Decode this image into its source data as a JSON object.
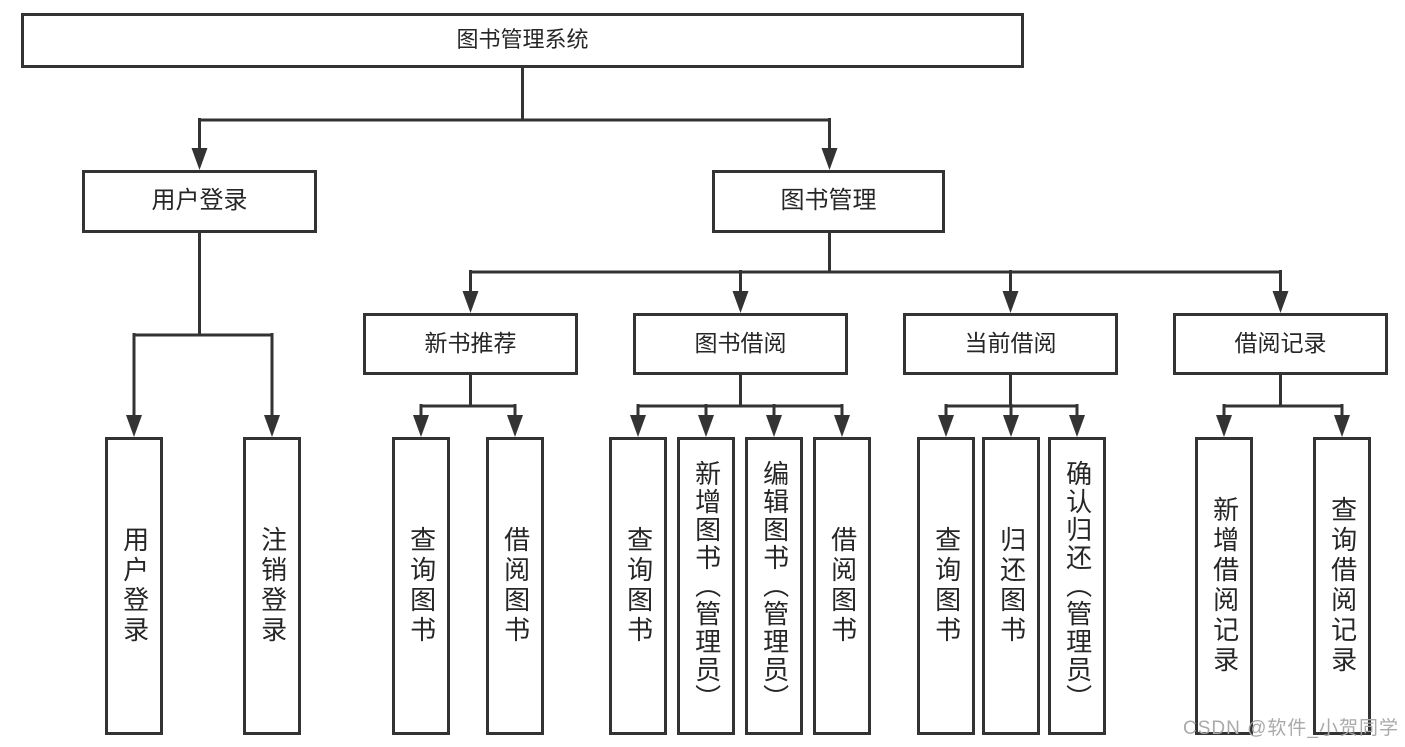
{
  "diagram": {
    "tree": {
      "label": "图书管理系统",
      "children": [
        {
          "label": "用户登录",
          "children": [
            {
              "label": "用户登录"
            },
            {
              "label": "注销登录"
            }
          ]
        },
        {
          "label": "图书管理",
          "children": [
            {
              "label": "新书推荐",
              "children": [
                {
                  "label": "查询图书"
                },
                {
                  "label": "借阅图书"
                }
              ]
            },
            {
              "label": "图书借阅",
              "children": [
                {
                  "label": "查询图书"
                },
                {
                  "label": "新增图书（管理员）"
                },
                {
                  "label": "编辑图书（管理员）"
                },
                {
                  "label": "借阅图书"
                }
              ]
            },
            {
              "label": "当前借阅",
              "children": [
                {
                  "label": "查询图书"
                },
                {
                  "label": "归还图书"
                },
                {
                  "label": "确认归还（管理员）"
                }
              ]
            },
            {
              "label": "借阅记录",
              "children": [
                {
                  "label": "新增借阅记录"
                },
                {
                  "label": "查询借阅记录"
                }
              ]
            }
          ]
        }
      ]
    },
    "colors": {
      "line": "#333333",
      "text": "#262626",
      "background": "#ffffff",
      "watermark": "#aaaaaa"
    }
  },
  "watermark": {
    "text": "CSDN @软件_小贺同学"
  }
}
